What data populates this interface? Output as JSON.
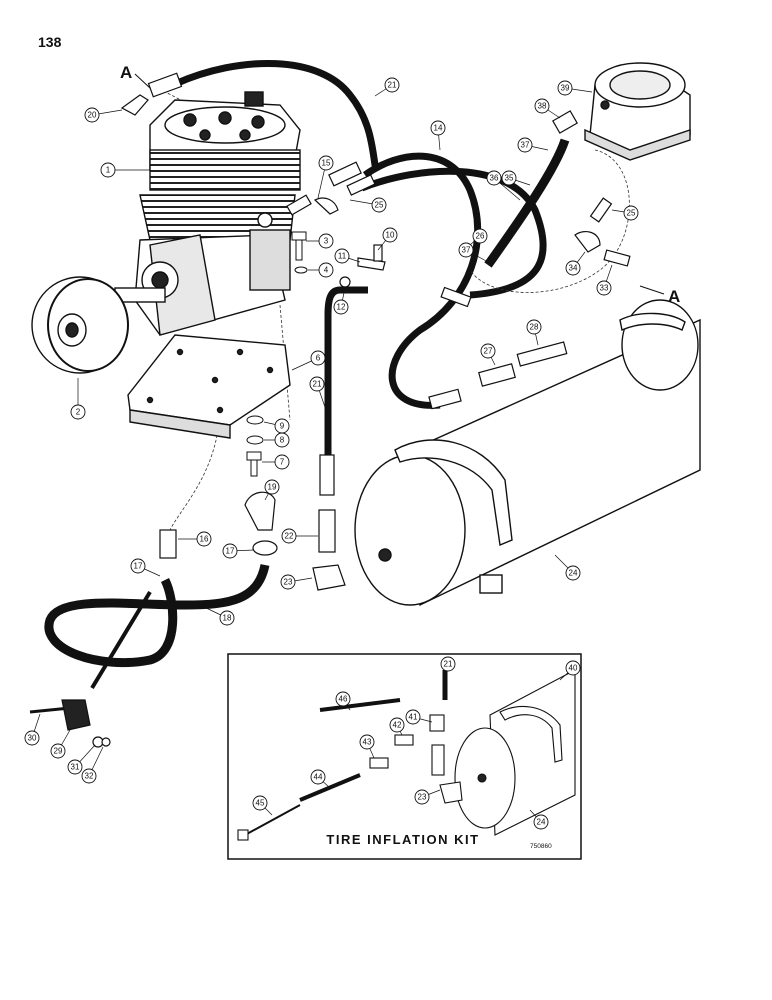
{
  "page_number": "138",
  "flow_marker": "A",
  "inset_title": "TIRE INFLATION KIT",
  "figure_ref": "750860",
  "callouts": [
    "1",
    "2",
    "3",
    "4",
    "6",
    "7",
    "8",
    "9",
    "10",
    "11",
    "12",
    "14",
    "15",
    "16",
    "17",
    "18",
    "19",
    "20",
    "21",
    "22",
    "23",
    "24",
    "25",
    "26",
    "27",
    "28",
    "29",
    "30",
    "31",
    "32",
    "33",
    "34",
    "35",
    "36",
    "37",
    "38",
    "39",
    "40",
    "41",
    "42",
    "43",
    "44",
    "45",
    "46"
  ]
}
